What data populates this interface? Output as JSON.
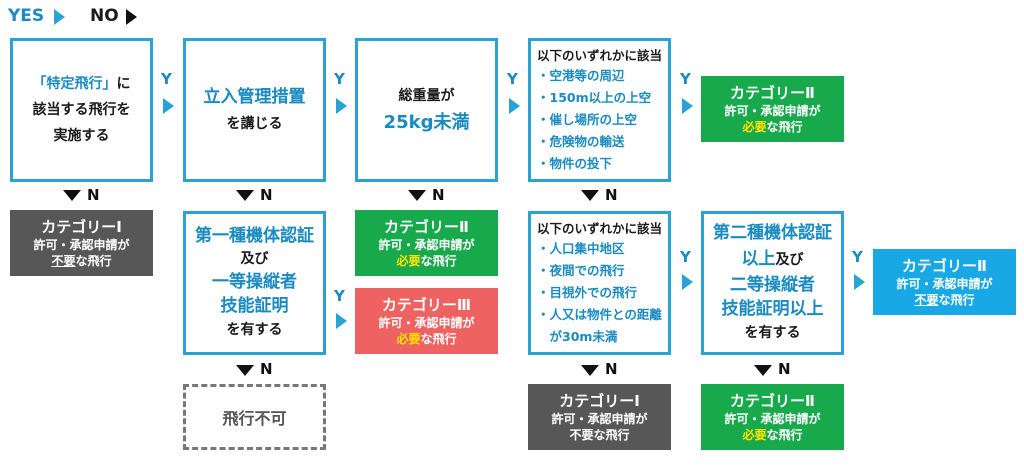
{
  "legend": {
    "yes": "YES",
    "no": "NO"
  },
  "labels": {
    "y": "Y",
    "n": "N"
  },
  "q1": {
    "l1a": "「特定飛行」",
    "l1b": "に",
    "l2": "該当する飛行を",
    "l3": "実施する"
  },
  "q2": {
    "l1": "立入管理措置",
    "l2": "を講じる"
  },
  "q3": {
    "l1": "総重量が",
    "l2": "25kg未満"
  },
  "q4": {
    "head": "以下のいずれかに該当",
    "items": [
      "・空港等の周辺",
      "・150m以上の上空",
      "・催し場所の上空",
      "・危険物の輸送",
      "・物件の投下"
    ]
  },
  "q5": {
    "l1": "第一種機体認証",
    "l2": "及び",
    "l3": "一等操縦者",
    "l4": "技能証明",
    "l5": "を有する"
  },
  "q6": {
    "head": "以下のいずれかに該当",
    "items": [
      "・人口集中地区",
      "・夜間での飛行",
      "・目視外での飛行",
      "・人又は物件との距離",
      "　が30m未満"
    ]
  },
  "q7": {
    "l1": "第二種機体認証",
    "l2a": "以上",
    "l2b": "及び",
    "l3": "二等操縦者",
    "l4": "技能証明以上",
    "l5": "を有する"
  },
  "cat1_top": {
    "name": "カテゴリーⅠ",
    "d1": "許可・承認申請が",
    "d2a": "不要",
    "d2b": "な飛行"
  },
  "cat2_top": {
    "name": "カテゴリーⅡ",
    "d1": "許可・承認申請が",
    "d2a": "必要",
    "d2b": "な飛行"
  },
  "cat2_mid": {
    "name": "カテゴリーⅡ",
    "d1": "許可・承認申請が",
    "d2a": "必要",
    "d2b": "な飛行"
  },
  "cat3": {
    "name": "カテゴリーⅢ",
    "d1": "許可・承認申請が",
    "d2a": "必要",
    "d2b": "な飛行"
  },
  "cat2_right": {
    "name": "カテゴリーⅡ",
    "d1": "許可・承認申請が",
    "d2a": "不要",
    "d2b": "な飛行"
  },
  "cat1_bottom": {
    "name": "カテゴリーⅠ",
    "d1": "許可・承認申請が",
    "d2": "不要な飛行"
  },
  "cat2_bottom": {
    "name": "カテゴリーⅡ",
    "d1": "許可・承認申請が",
    "d2a": "必要",
    "d2b": "な飛行"
  },
  "no_flight": "飛行不可",
  "colors": {
    "box_border": "#2aa3d4",
    "text_blue": "#1a8bc0",
    "cat_gray": "#575757",
    "cat_green": "#19a94d",
    "cat_red": "#ef6262",
    "cat_blue": "#19a8e6",
    "highlight": "#ffe400"
  }
}
